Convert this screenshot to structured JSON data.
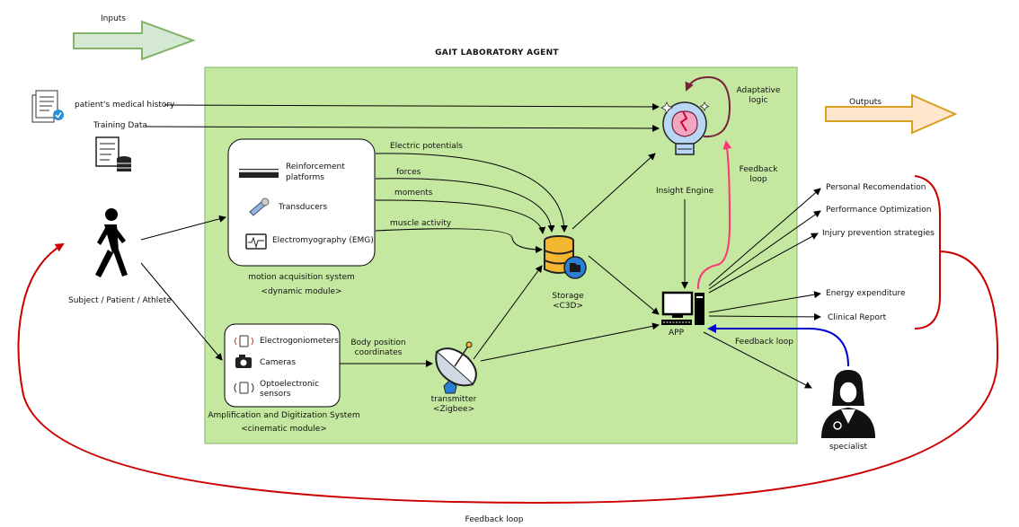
{
  "title": "GAIT LABORATORY AGENT",
  "arrows": {
    "inputs": "Inputs",
    "outputs": "Outputs"
  },
  "inputs": {
    "medical_history": "patient's medical history",
    "training_data": "Training Data"
  },
  "subject": {
    "label": "Subject / Patient / Athlete"
  },
  "motion_system": {
    "items": {
      "platforms_l1": "Reinforcement",
      "platforms_l2": "platforms",
      "transducers": "Transducers",
      "emg": "Electromyography (EMG)"
    },
    "caption_l1": "motion acquisition system",
    "caption_l2": "<dynamic module>"
  },
  "cinematic_system": {
    "items": {
      "electrogoniometers": "Electrogoniometers",
      "cameras": "Cameras",
      "opto_l1": "Optoelectronic",
      "opto_l2": "sensors"
    },
    "caption_l1": "Amplification and Digitization System",
    "caption_l2": "<cinematic module>"
  },
  "signals": {
    "electric": "Electric potentials",
    "forces": "forces",
    "moments": "moments",
    "muscle": "muscle activity",
    "body_l1": "Body position",
    "body_l2": "coordinates"
  },
  "storage": {
    "l1": "Storage",
    "l2": "<C3D>"
  },
  "transmitter": {
    "l1": "transmitter",
    "l2": "<Zigbee>"
  },
  "insight": {
    "label": "Insight Engine",
    "adaptive_l1": "Adaptative",
    "adaptive_l2": "logic",
    "feedback_l1": "Feedback",
    "feedback_l2": "loop"
  },
  "app": {
    "label": "APP",
    "feedback": "Feedback loop"
  },
  "outputs_list": {
    "personal": "Personal Recomendation",
    "performance": "Performance Optimization",
    "injury": "Injury prevention strategies",
    "energy": "Energy expenditure",
    "clinical": "Clinical Report"
  },
  "specialist": {
    "label": "specialist"
  },
  "bottom_feedback": "Feedback loop",
  "colors": {
    "agent_fill": "#c5e8a0",
    "agent_border": "#82b366",
    "input_arrow": "#d5e8d4",
    "output_arrow": "#ffe6cc",
    "feedback_red": "#cc0000",
    "feedback_pink": "#ff3377",
    "feedback_blue": "#0000cc",
    "loop_purple": "#7a1f3d"
  }
}
